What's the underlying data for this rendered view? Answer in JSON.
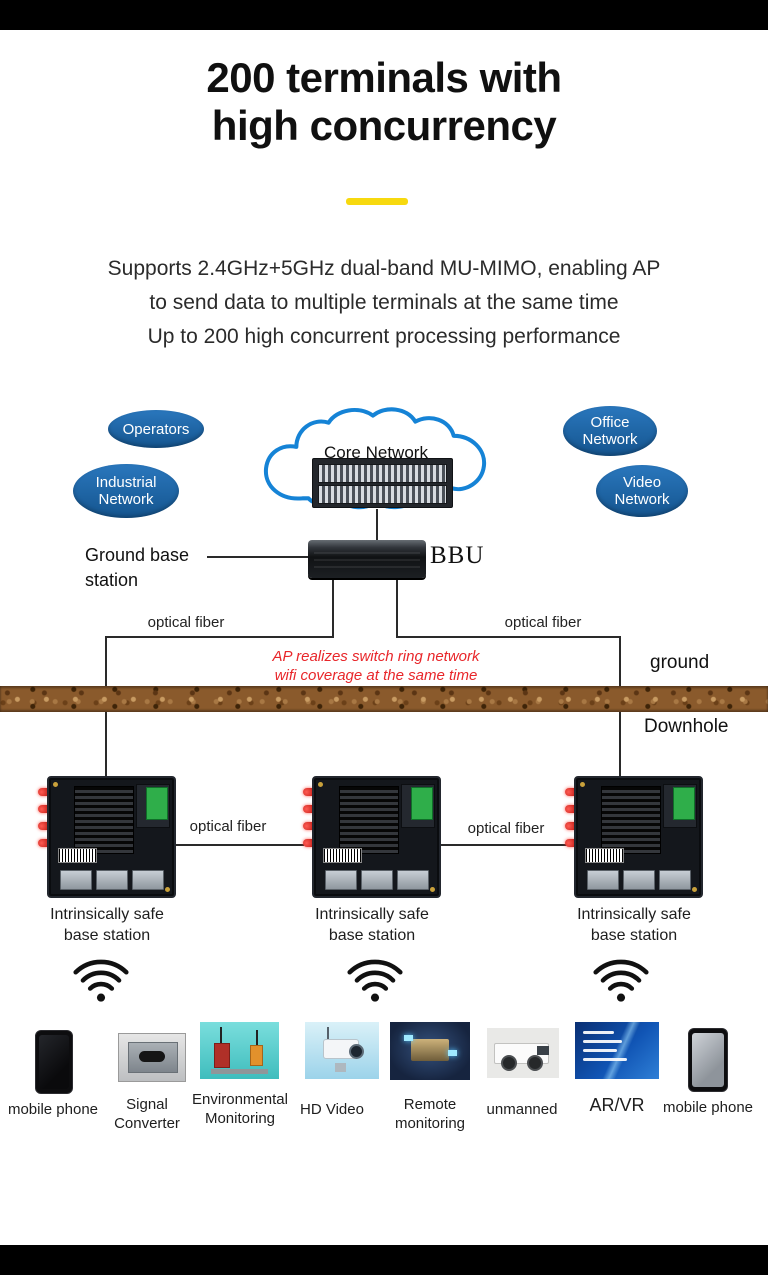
{
  "header": {
    "title_line1": "200 terminals with",
    "title_line2": "high concurrency",
    "subtitle_line1": "Supports 2.4GHz+5GHz dual-band MU-MIMO, enabling AP",
    "subtitle_line2": "to send data to multiple terminals at the same time",
    "subtitle_line3": "Up to 200 high concurrent processing performance"
  },
  "diagram": {
    "core_network_label": "Core Network",
    "node_operators": "Operators",
    "node_industrial": "Industrial\nNetwork",
    "node_office": "Office\nNetwork",
    "node_video": "Video\nNetwork",
    "bbu_label": "BBU",
    "ground_base_station_label": "Ground base\nstation",
    "optical_fiber_label": "optical fiber",
    "ap_note_line1": "AP realizes switch ring network",
    "ap_note_line2": "wifi coverage at the same time",
    "ground_label": "ground",
    "downhole_label": "Downhole",
    "base_station_label": "Intrinsically safe\nbase station"
  },
  "devices": [
    {
      "label": "mobile phone"
    },
    {
      "label": "Signal\nConverter"
    },
    {
      "label": "Environmental\nMonitoring"
    },
    {
      "label": "HD Video"
    },
    {
      "label": "Remote\nmonitoring"
    },
    {
      "label": "unmanned"
    },
    {
      "label": "AR/VR"
    },
    {
      "label": "mobile phone"
    }
  ],
  "colors": {
    "node_blue": "#1d66ad",
    "cloud_blue": "#1583d6",
    "note_red": "#e8262a",
    "underline_yellow": "#f7d90f",
    "soil_brown": "#8a5a2c"
  }
}
